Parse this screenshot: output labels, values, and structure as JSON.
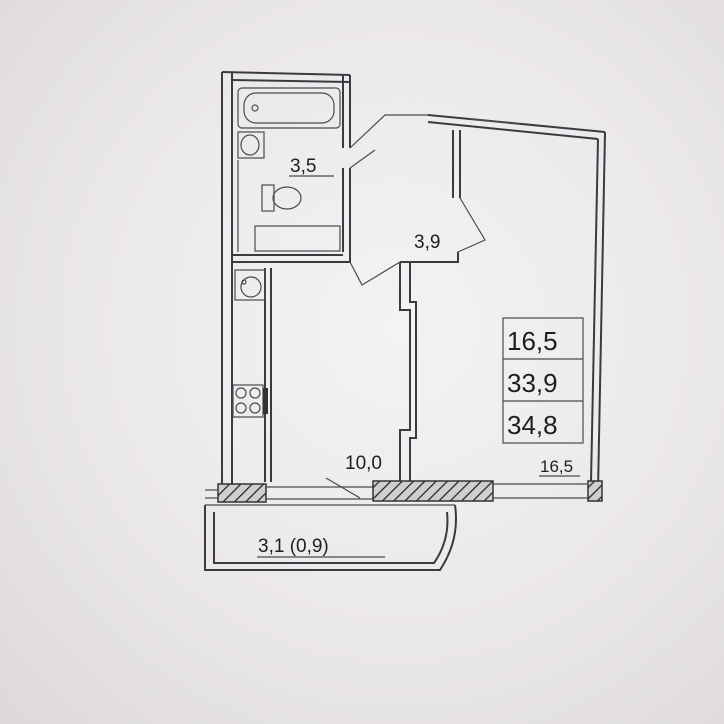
{
  "plan": {
    "bathroom_area": "3,5",
    "hall_area": "3,9",
    "kitchen_area": "10,0",
    "room_area": "16,5",
    "balcony_area": "3,1 (0,9)",
    "summary": {
      "living_area": "16,5",
      "total_area": "33,9",
      "total_with_balcony": "34,8"
    }
  }
}
